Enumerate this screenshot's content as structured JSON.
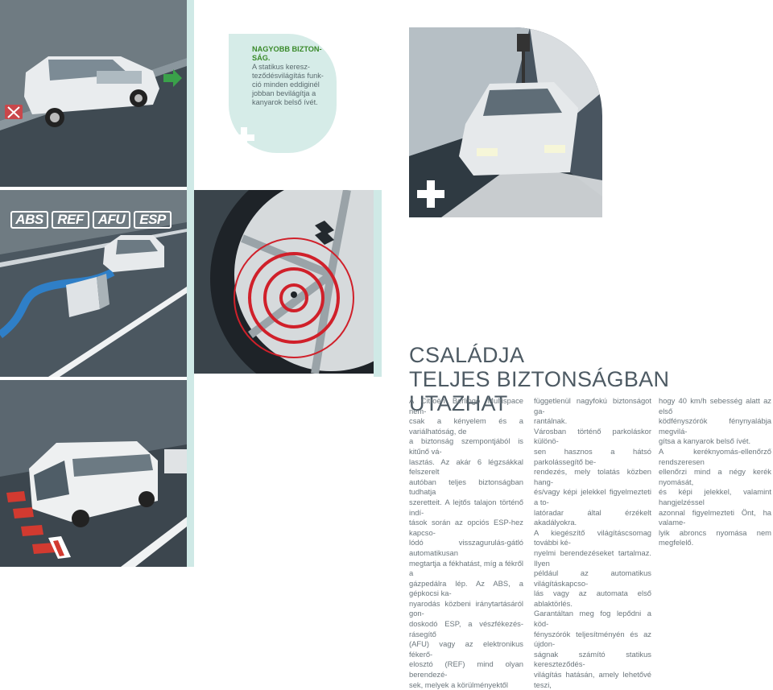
{
  "callout": {
    "title_line1": "NAGYOBB BIZTON-",
    "title_line2": "SÁG.",
    "body": "A statikus kereszteződésvilágítás funkció minden eddiginél jobban bevilágítja a kanyarok belső ívét.",
    "body_lines": [
      "A statikus keresz-",
      "teződésvilágítás funk-",
      "ció minden eddiginél",
      "jobban bevilágítja a",
      "kanyarok belső ívét."
    ]
  },
  "badges": [
    "ABS",
    "REF",
    "AFU",
    "ESP"
  ],
  "headline": {
    "line1": "CSALÁDJA",
    "line2": "TELJES BIZTONSÁGBAN UTAZHAT"
  },
  "columns": [
    [
      "A Citroën Berlingo Multispace nem-",
      "csak a kényelem és a variálhatóság, de",
      "a biztonság szempontjából is kitűnő vá-",
      "lasztás. Az akár 6 légzsákkal felszerelt",
      "autóban teljes biztonságban tudhatja",
      "szeretteit. A lejtős talajon történő indí-",
      "tások során az opciós ESP-hez kapcso-",
      "lódó visszagurulás-gátló automatikusan",
      "megtartja a fékhatást, míg a fékről a",
      "gázpedálra lép. Az ABS, a gépkocsi ka-",
      "nyarodás közbeni iránytartásáról gon-",
      "doskodó ESP, a vészfékezés-rásegítő",
      "(AFU) vagy az elektronikus fékerő-",
      "elosztó (REF) mind olyan berendezé-",
      "sek, melyek a körülményektől"
    ],
    [
      "függetlenül nagyfokú biztonságot ga-",
      "rantálnak.",
      "Városban történő parkoláskor különö-",
      "sen hasznos a hátsó parkolássegítő be-",
      "rendezés, mely tolatás közben hang-",
      "és/vagy képi jelekkel figyelmezteti a to-",
      "latóradar által érzékelt akadályokra.",
      "A kiegészítő világításcsomag további ké-",
      "nyelmi berendezéseket tartalmaz. Ilyen",
      "például az automatikus világításkapcso-",
      "lás vagy az automata első ablaktörlés.",
      "Garantáltan meg fog lepődni a köd-",
      "fényszórók teljesítményén és az újdon-",
      "ságnak számító statikus kereszteződés-",
      "világítás hatásán, amely lehetővé teszi,"
    ],
    [
      "hogy 40 km/h sebesség alatt az első",
      "ködfényszórók fénynyalábja megvilá-",
      "gítsa a kanyarok belső ívét.",
      "A keréknyomás-ellenőrző rendszeresen",
      "ellenőrzi mind a négy kerék nyomását,",
      "és képi jelekkel, valamint hangjelzéssel",
      "azonnal figyelmezteti Önt, ha valame-",
      "lyik abroncs nyomása nem megfelelő."
    ]
  ],
  "colors": {
    "mint": "#cfe9e6",
    "scene_dark": "#3f4a52",
    "scene_light": "#dfe3e6",
    "red_ring": "#d0202a",
    "green_arrow": "#3aa14a",
    "text_gray": "#6b767c"
  }
}
